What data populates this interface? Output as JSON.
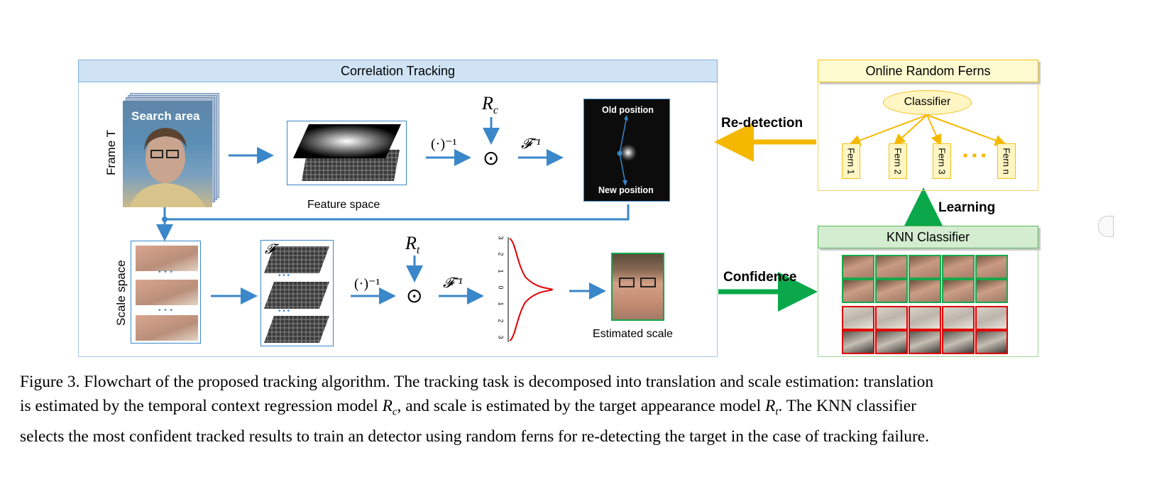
{
  "correlation_tracking": {
    "title": "Correlation Tracking",
    "frame_label": "Frame T",
    "search_area_label": "Search area",
    "feature_space_label": "Feature space",
    "fourier_symbol": "𝓕",
    "inverse_op": "(·)⁻¹",
    "rc_label": "R",
    "rc_sub": "c",
    "hadamard": "⊙",
    "inverse_fourier": "𝓕⁻¹",
    "old_position": "Old position",
    "new_position": "New position",
    "scale_space_label": "Scale space",
    "rt_label": "R",
    "rt_sub": "t",
    "estimated_scale_label": "Estimated scale",
    "ellipsis": "• • •",
    "gauss_ticks": [
      "3",
      "2",
      "1",
      "0",
      "1",
      "2",
      "3"
    ]
  },
  "random_ferns": {
    "title": "Online Random Ferns",
    "classifier_label": "Classifier",
    "ferns": [
      "Fern 1",
      "Fern 2",
      "Fern 3",
      "Fern n"
    ],
    "dots": "■ ■ ■"
  },
  "knn": {
    "title": "KNN Classifier"
  },
  "arrows": {
    "redetection": "Re-detection",
    "learning": "Learning",
    "confidence": "Confidence"
  },
  "colors": {
    "blue": "#3a87c9",
    "yellow": "#f5b800",
    "green": "#0aa84a",
    "header_blue": "#cfe3f4",
    "header_yellow": "#fffbd0",
    "header_green": "#d4ecd0",
    "red": "#e00000"
  },
  "caption": {
    "line1": "Figure 3. Flowchart of the proposed tracking algorithm. The tracking task is decomposed into translation and scale estimation: translation",
    "line2_a": "is estimated by the temporal context regression model ",
    "line2_b": ", and scale is estimated by the target appearance model ",
    "line2_c": ". The KNN classifier",
    "line3": "selects the most confident tracked results to train an detector using random ferns for re-detecting the target in the case of tracking failure."
  }
}
